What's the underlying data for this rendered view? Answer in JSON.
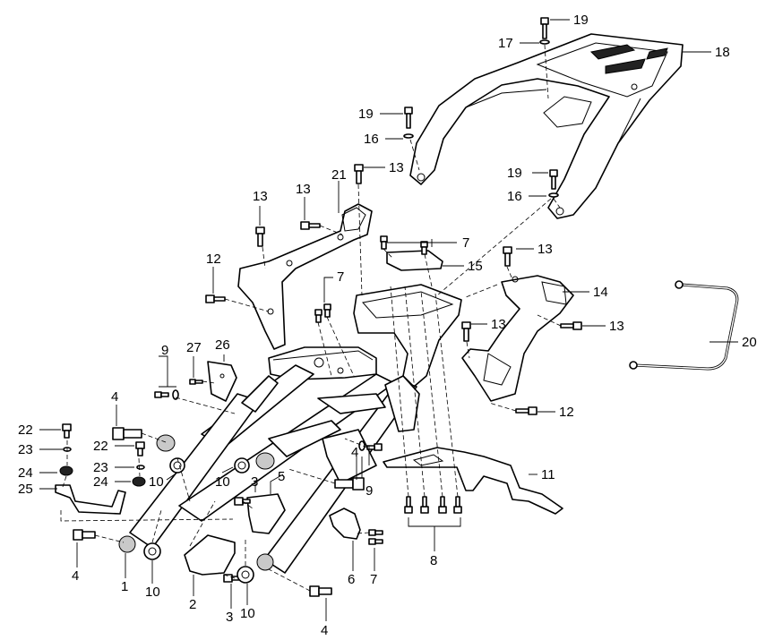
{
  "diagram": {
    "callouts": [
      {
        "id": "c19a",
        "text": "19"
      },
      {
        "id": "c17",
        "text": "17"
      },
      {
        "id": "c18",
        "text": "18"
      },
      {
        "id": "c19b",
        "text": "19"
      },
      {
        "id": "c16a",
        "text": "16"
      },
      {
        "id": "c13a",
        "text": "13"
      },
      {
        "id": "c19c",
        "text": "19"
      },
      {
        "id": "c16b",
        "text": "16"
      },
      {
        "id": "c13b",
        "text": "13"
      },
      {
        "id": "c13c",
        "text": "13"
      },
      {
        "id": "c21",
        "text": "21"
      },
      {
        "id": "c7a",
        "text": "7"
      },
      {
        "id": "c13d",
        "text": "13"
      },
      {
        "id": "c12a",
        "text": "12"
      },
      {
        "id": "c15",
        "text": "15"
      },
      {
        "id": "c7b",
        "text": "7"
      },
      {
        "id": "c14",
        "text": "14"
      },
      {
        "id": "c13e",
        "text": "13"
      },
      {
        "id": "c13f",
        "text": "13"
      },
      {
        "id": "c20",
        "text": "20"
      },
      {
        "id": "c9a",
        "text": "9"
      },
      {
        "id": "c27",
        "text": "27"
      },
      {
        "id": "c26",
        "text": "26"
      },
      {
        "id": "c12b",
        "text": "12"
      },
      {
        "id": "c4a",
        "text": "4"
      },
      {
        "id": "c22a",
        "text": "22"
      },
      {
        "id": "c22b",
        "text": "22"
      },
      {
        "id": "c23a",
        "text": "23"
      },
      {
        "id": "c23b",
        "text": "23"
      },
      {
        "id": "c24a",
        "text": "24"
      },
      {
        "id": "c24b",
        "text": "24"
      },
      {
        "id": "c10a",
        "text": "10"
      },
      {
        "id": "c25",
        "text": "25"
      },
      {
        "id": "c10b",
        "text": "10"
      },
      {
        "id": "c3a",
        "text": "3"
      },
      {
        "id": "c5",
        "text": "5"
      },
      {
        "id": "c4b",
        "text": "4"
      },
      {
        "id": "c9b",
        "text": "9"
      },
      {
        "id": "c11",
        "text": "11"
      },
      {
        "id": "c4c",
        "text": "4"
      },
      {
        "id": "c1",
        "text": "1"
      },
      {
        "id": "c10c",
        "text": "10"
      },
      {
        "id": "c2",
        "text": "2"
      },
      {
        "id": "c3b",
        "text": "3"
      },
      {
        "id": "c10d",
        "text": "10"
      },
      {
        "id": "c6",
        "text": "6"
      },
      {
        "id": "c7c",
        "text": "7"
      },
      {
        "id": "c8",
        "text": "8"
      },
      {
        "id": "c4d",
        "text": "4"
      }
    ]
  }
}
